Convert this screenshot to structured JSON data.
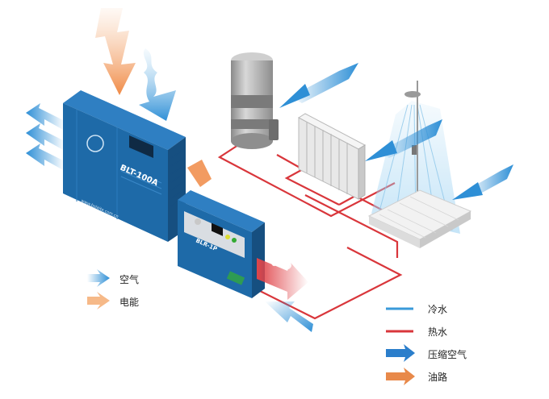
{
  "compressor_label": "BLT-100A",
  "dryer_label": "BLR-1P",
  "website_text": "www.bolaite.com.cn",
  "legend_left": [
    {
      "key": "air",
      "label": "空气",
      "color": "#2e8fd6"
    },
    {
      "key": "power",
      "label": "电能",
      "color": "#f0a162"
    }
  ],
  "legend_right": [
    {
      "key": "cold_water",
      "label": "冷水",
      "color": "#3a9ad9"
    },
    {
      "key": "hot_water",
      "label": "热水",
      "color": "#d9363b"
    },
    {
      "key": "compressed_air",
      "label": "压缩空气",
      "color": "#2b7ecb"
    },
    {
      "key": "oil_path",
      "label": "油路",
      "color": "#e8894a"
    }
  ],
  "colors": {
    "machine_blue": "#1e6aa8",
    "machine_dark": "#164f80",
    "pipe_red": "#d9363b",
    "arrow_blue": "#2e8fd6",
    "arrow_orange": "#f08a45"
  }
}
